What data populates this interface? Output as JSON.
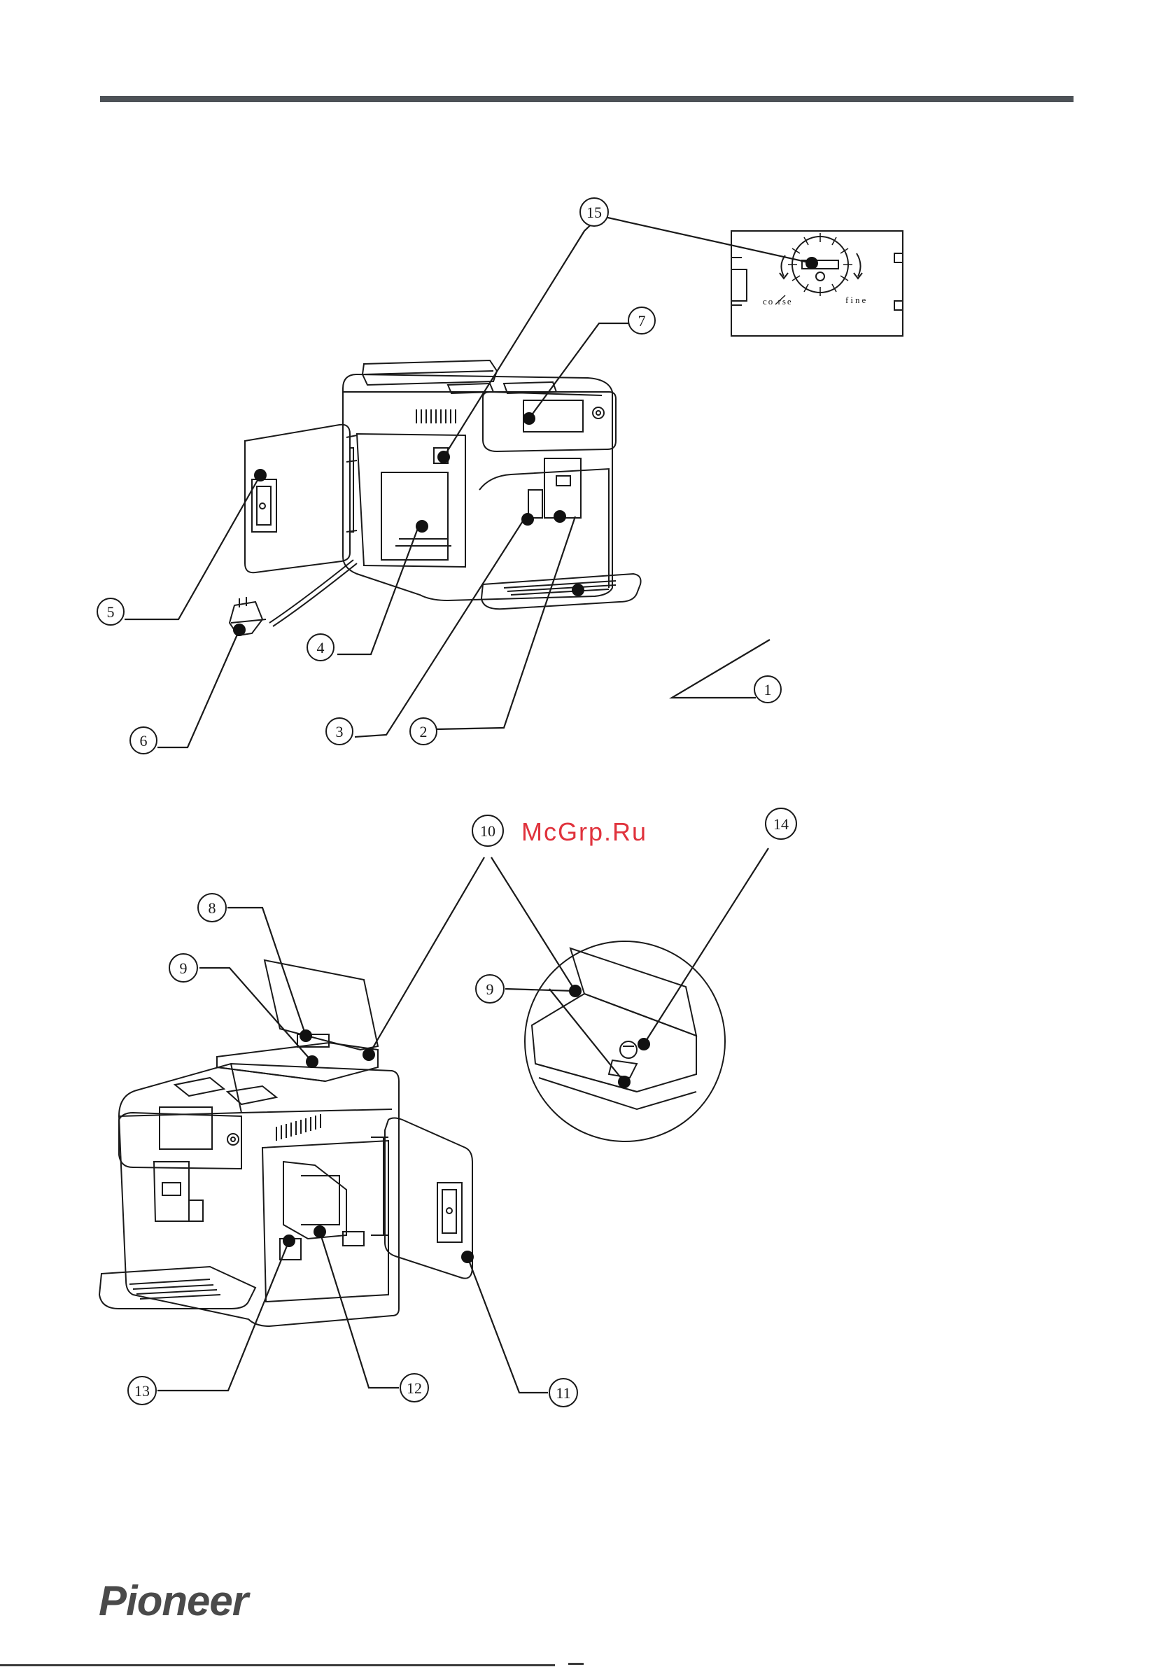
{
  "watermark": "McGrp.Ru",
  "brand": "Pioneer",
  "callouts": {
    "c1": "1",
    "c2": "2",
    "c3": "3",
    "c4": "4",
    "c5": "5",
    "c6": "6",
    "c7": "7",
    "c8": "8",
    "c9a": "9",
    "c9b": "9",
    "c10": "10",
    "c11": "11",
    "c12": "12",
    "c13": "13",
    "c14": "14",
    "c15": "15"
  },
  "grinder": {
    "coarse": "co  rse",
    "fine": "fine"
  }
}
